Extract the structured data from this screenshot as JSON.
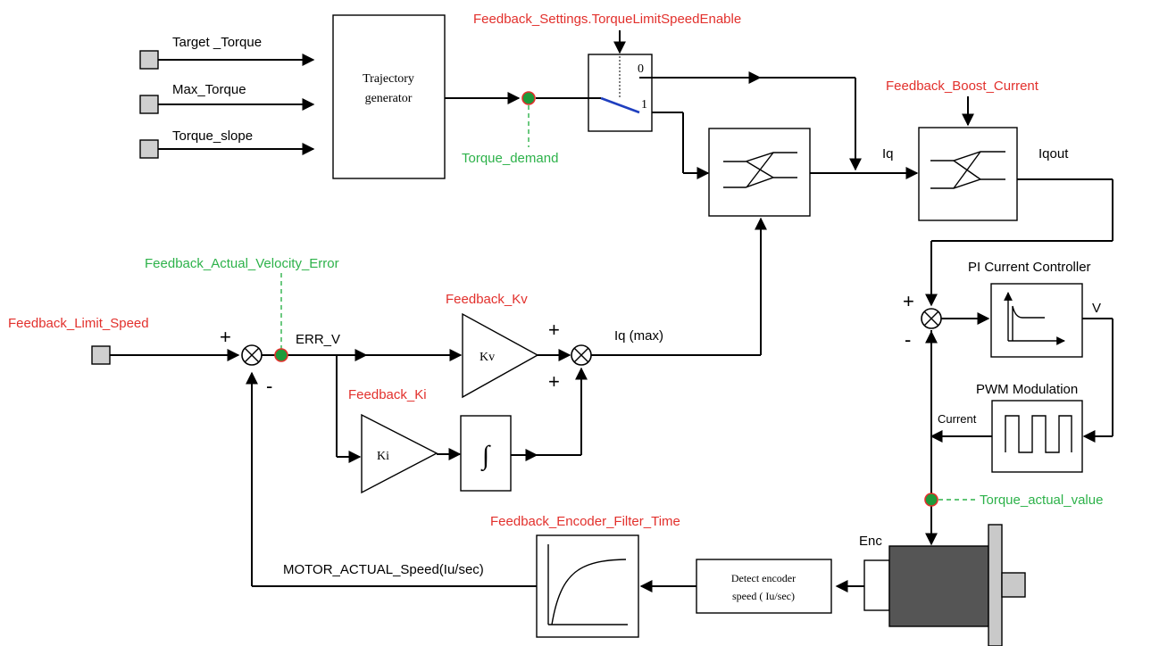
{
  "inputs": {
    "target_torque": "Target _Torque",
    "max_torque": "Max_Torque",
    "torque_slope": "Torque_slope",
    "limit_speed": "Feedback_Limit_Speed"
  },
  "blocks": {
    "trajectory_line1": "Trajectory",
    "trajectory_line2": "generator",
    "kv_gain": "Kv",
    "ki_gain": "Ki",
    "integrator": "∫",
    "pi_controller": "PI Current Controller",
    "pwm": "PWM Modulation",
    "detect_line1": "Detect encoder",
    "detect_line2": "speed ( Iu/sec)",
    "encoder": "Enc"
  },
  "switch": {
    "pos0": "0",
    "pos1": "1"
  },
  "parameters": {
    "torque_limit_speed_enable": "Feedback_Settings.TorqueLimitSpeedEnable",
    "boost_current": "Feedback_Boost_Current",
    "kv": "Feedback_Kv",
    "ki": "Feedback_Ki",
    "encoder_filter_time": "Feedback_Encoder_Filter_Time"
  },
  "probes": {
    "torque_demand": "Torque_demand",
    "velocity_error": "Feedback_Actual_Velocity_Error",
    "torque_actual": "Torque_actual_value"
  },
  "signals": {
    "iq": "Iq",
    "iqout": "Iqout",
    "err_v": "ERR_V",
    "iq_max": "Iq (max)",
    "v": "V",
    "current": "Current",
    "motor_speed": "MOTOR_ACTUAL_Speed(Iu/sec)"
  },
  "signs": {
    "plus": "+",
    "minus": "-"
  },
  "colors": {
    "parameter": "#e2302c",
    "probe_label": "#2db24a",
    "probe_fill": "#1e9a3a",
    "switch_line": "#1f3fbf",
    "motor_body": "#555555",
    "motor_flange": "#c9c9c9"
  }
}
